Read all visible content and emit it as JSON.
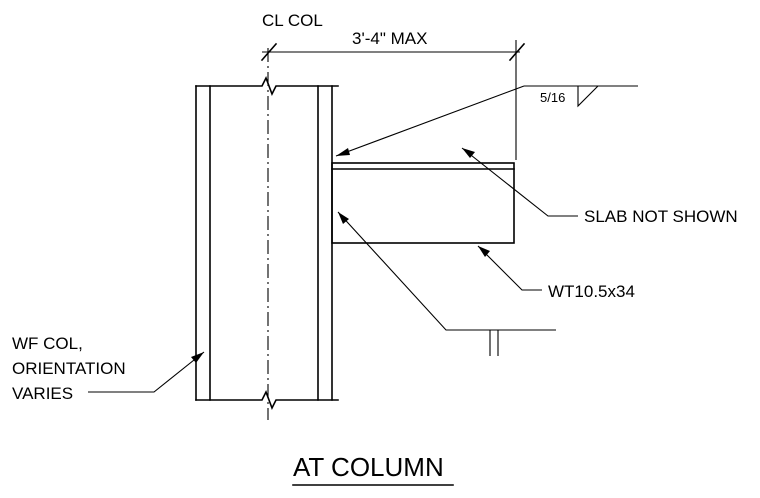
{
  "labels": {
    "centerline": "CL COL",
    "dimension": "3'-4\" MAX",
    "weld_size": "5/16",
    "slab_note": "SLAB NOT SHOWN",
    "tee_section": "WT10.5x34",
    "column_note_line1": "WF COL,",
    "column_note_line2": "ORIENTATION",
    "column_note_line3": "VARIES"
  },
  "title": "AT COLUMN"
}
